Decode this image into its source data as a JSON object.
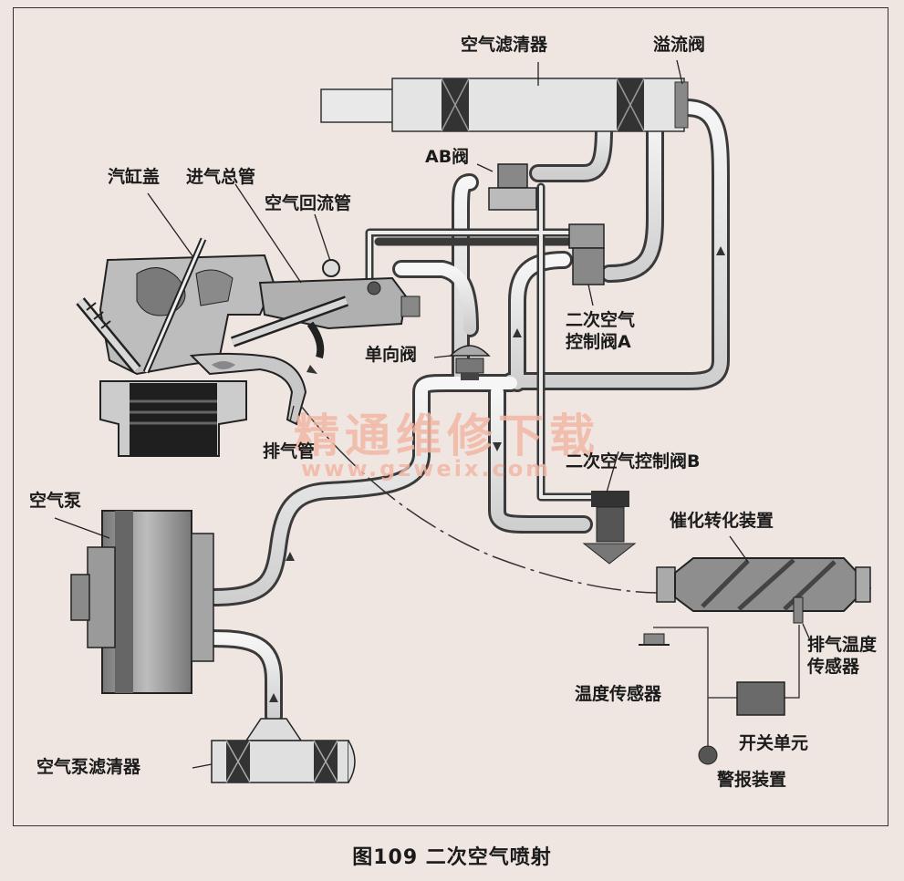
{
  "labels": {
    "air_filter": "空气滤清器",
    "overflow_valve": "溢流阀",
    "ab_valve": "AB阀",
    "cylinder_head": "汽缸盖",
    "intake_manifold": "进气总管",
    "air_return_pipe": "空气回流管",
    "secondary_air_valve_a": "二次空气\n控制阀A",
    "check_valve": "单向阀",
    "exhaust_pipe": "排气管",
    "secondary_air_valve_b": "二次空气控制阀B",
    "air_pump": "空气泵",
    "catalytic_converter": "催化转化装置",
    "exhaust_temp_sensor": "排气温度\n传感器",
    "temp_sensor": "温度传感器",
    "switch_unit": "开关单元",
    "alarm_device": "警报装置",
    "air_pump_filter": "空气泵滤清器"
  },
  "caption": "图109    二次空气喷射",
  "watermark": {
    "main": "精通维修下载",
    "url": "www.gzweix.com"
  },
  "colors": {
    "background": "#efe6e2",
    "pipe_fill": "#e8e8e8",
    "pipe_stroke": "#3a3a3a",
    "body_gray": "#9a9a9a",
    "dark": "#2a2a2a",
    "watermark": "#f2b7a4"
  }
}
